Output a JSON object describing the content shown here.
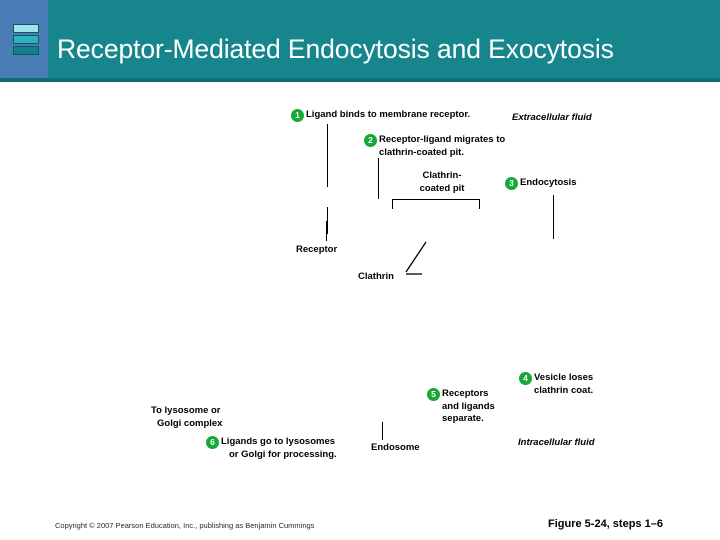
{
  "header": {
    "title": "Receptor-Mediated Endocytosis and Exocytosis",
    "logo_icon": "stacked-bars-logo-icon",
    "background_color": "#16868c",
    "accent_color": "#4a7cb5"
  },
  "diagram": {
    "badge_color": "#16a935",
    "steps": [
      {
        "number": "1",
        "text": "Ligand binds to membrane receptor."
      },
      {
        "number": "2",
        "text": "Receptor-ligand migrates to clathrin-coated pit."
      },
      {
        "number": "3",
        "text": "Endocytosis"
      },
      {
        "number": "4",
        "text": "Vesicle loses clathrin coat."
      },
      {
        "number": "5",
        "text": "Receptors and ligands separate."
      },
      {
        "number": "6",
        "text": "Ligands go to lysosomes or Golgi for processing."
      }
    ],
    "step2_line1": "Receptor-ligand migrates to",
    "step2_line2": "clathrin-coated pit.",
    "step4_line1": "Vesicle loses",
    "step4_line2": "clathrin coat.",
    "step5_line1": "Receptors",
    "step5_line2": "and ligands",
    "step5_line3": "separate.",
    "step6_line1": "Ligands go to lysosomes",
    "step6_line2": "or Golgi for processing.",
    "labels": {
      "clathrin_coated_pit_line1": "Clathrin-",
      "clathrin_coated_pit_line2": "coated pit",
      "receptor": "Receptor",
      "clathrin": "Clathrin",
      "endosome": "Endosome",
      "to_lysosome_line1": "To lysosome or",
      "to_lysosome_line2": "Golgi complex"
    },
    "fluids": {
      "extracellular": "Extracellular fluid",
      "intracellular": "Intracellular fluid"
    }
  },
  "footer": {
    "copyright": "Copyright © 2007 Pearson Education, Inc., publishing as Benjamin Cummings",
    "figure_reference": "Figure 5-24, steps 1–6"
  }
}
